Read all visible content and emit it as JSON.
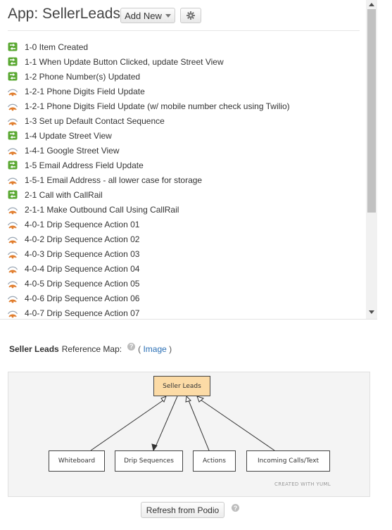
{
  "header": {
    "title": "App: SellerLeads",
    "add_new_label": "Add New",
    "settings_icon": "gear-icon"
  },
  "workflows": [
    {
      "label": "1-0 Item Created",
      "icon": "flow-icon"
    },
    {
      "label": "1-1 When Update Button Clicked, update Street View",
      "icon": "flow-icon"
    },
    {
      "label": "1-2 Phone Number(s) Updated",
      "icon": "flow-icon"
    },
    {
      "label": "1-2-1 Phone Digits Field Update",
      "icon": "hook-icon"
    },
    {
      "label": "1-2-1 Phone Digits Field Update (w/ mobile number check using Twilio)",
      "icon": "hook-icon"
    },
    {
      "label": "1-3 Set up Default Contact Sequence",
      "icon": "hook-icon"
    },
    {
      "label": "1-4 Update Street View",
      "icon": "flow-icon"
    },
    {
      "label": "1-4-1 Google Street View",
      "icon": "hook-icon"
    },
    {
      "label": "1-5 Email Address Field Update",
      "icon": "flow-icon"
    },
    {
      "label": "1-5-1 Email Address - all lower case for storage",
      "icon": "hook-icon"
    },
    {
      "label": "2-1 Call with CallRail",
      "icon": "flow-icon"
    },
    {
      "label": "2-1-1 Make Outbound Call Using CallRail",
      "icon": "hook-icon"
    },
    {
      "label": "4-0-1 Drip Sequence Action 01",
      "icon": "hook-icon"
    },
    {
      "label": "4-0-2 Drip Sequence Action 02",
      "icon": "hook-icon"
    },
    {
      "label": "4-0-3 Drip Sequence Action 03",
      "icon": "hook-icon"
    },
    {
      "label": "4-0-4 Drip Sequence Action 04",
      "icon": "hook-icon"
    },
    {
      "label": "4-0-5 Drip Sequence Action 05",
      "icon": "hook-icon"
    },
    {
      "label": "4-0-6 Drip Sequence Action 06",
      "icon": "hook-icon"
    },
    {
      "label": "4-0-7 Drip Sequence Action 07",
      "icon": "hook-icon"
    }
  ],
  "reference_map": {
    "app_name": "Seller Leads",
    "label": "Reference Map:",
    "open_paren": "(",
    "image_link": "Image",
    "close_paren": ")",
    "help_icon": "question-icon",
    "help_symbol": "?",
    "diagram": {
      "center_node": "Seller Leads",
      "nodes": [
        "Whiteboard",
        "Drip Sequences",
        "Actions",
        "Incoming Calls/Text"
      ],
      "credit": "CREATED WITH YUML"
    }
  },
  "refresh_label": "Refresh from Podio",
  "colors": {
    "flow_icon": "#5aa832",
    "hook_icon": "#e07b2a",
    "center_node_fill": "#fcdba6",
    "link": "#2a6fb5"
  }
}
